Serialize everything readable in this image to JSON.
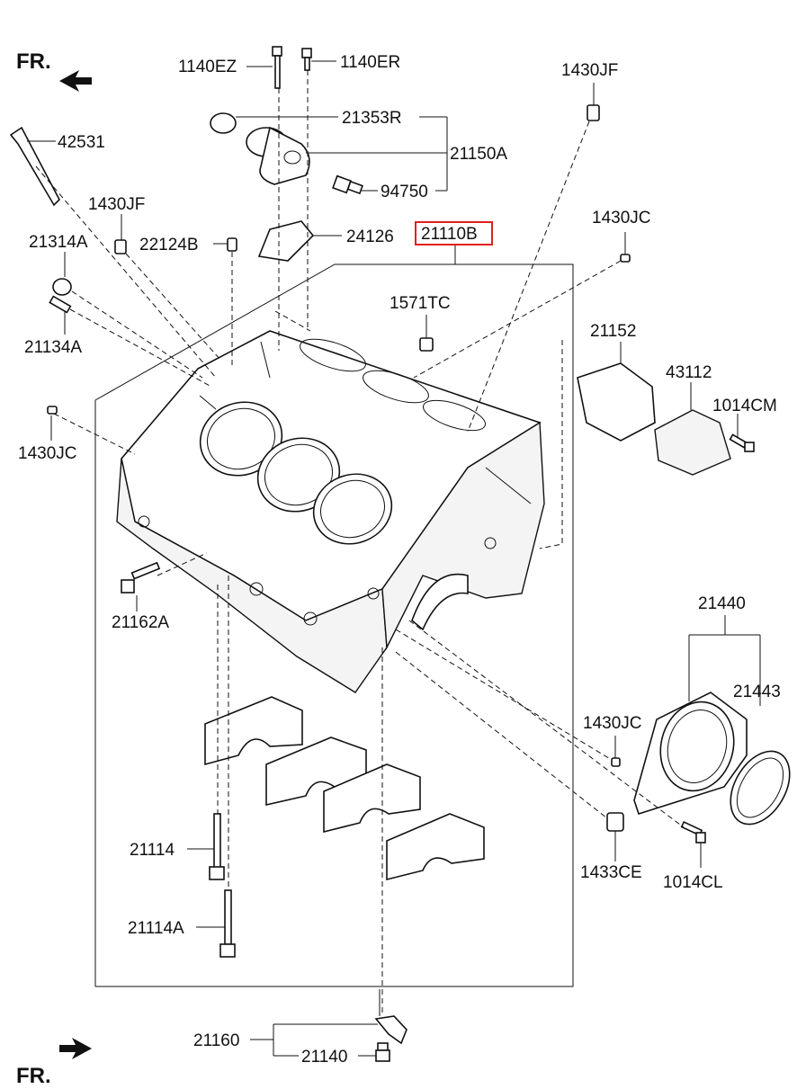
{
  "orientation": {
    "front_top": "FR.",
    "front_bottom": "FR."
  },
  "colors": {
    "highlight": "#e0201c",
    "line": "#111111",
    "background": "#ffffff"
  },
  "parts": {
    "p1140EZ": "1140EZ",
    "p1140ER": "1140ER",
    "p1430JF_top": "1430JF",
    "p42531": "42531",
    "p21353R": "21353R",
    "p21150A": "21150A",
    "p94750": "94750",
    "p1430JF_left": "1430JF",
    "p21314A": "21314A",
    "p22124B": "22124B",
    "p24126": "24126",
    "p21110B": "21110B",
    "p1430JC_right": "1430JC",
    "p1571TC": "1571TC",
    "p21134A": "21134A",
    "p21152": "21152",
    "p43112": "43112",
    "p1014CM": "1014CM",
    "p1430JC_left": "1430JC",
    "p21162A": "21162A",
    "p21440": "21440",
    "p21443": "21443",
    "p1430JC_lower": "1430JC",
    "p21114": "21114",
    "p21114A": "21114A",
    "p1433CE": "1433CE",
    "p1014CL": "1014CL",
    "p21160": "21160",
    "p21140": "21140"
  }
}
